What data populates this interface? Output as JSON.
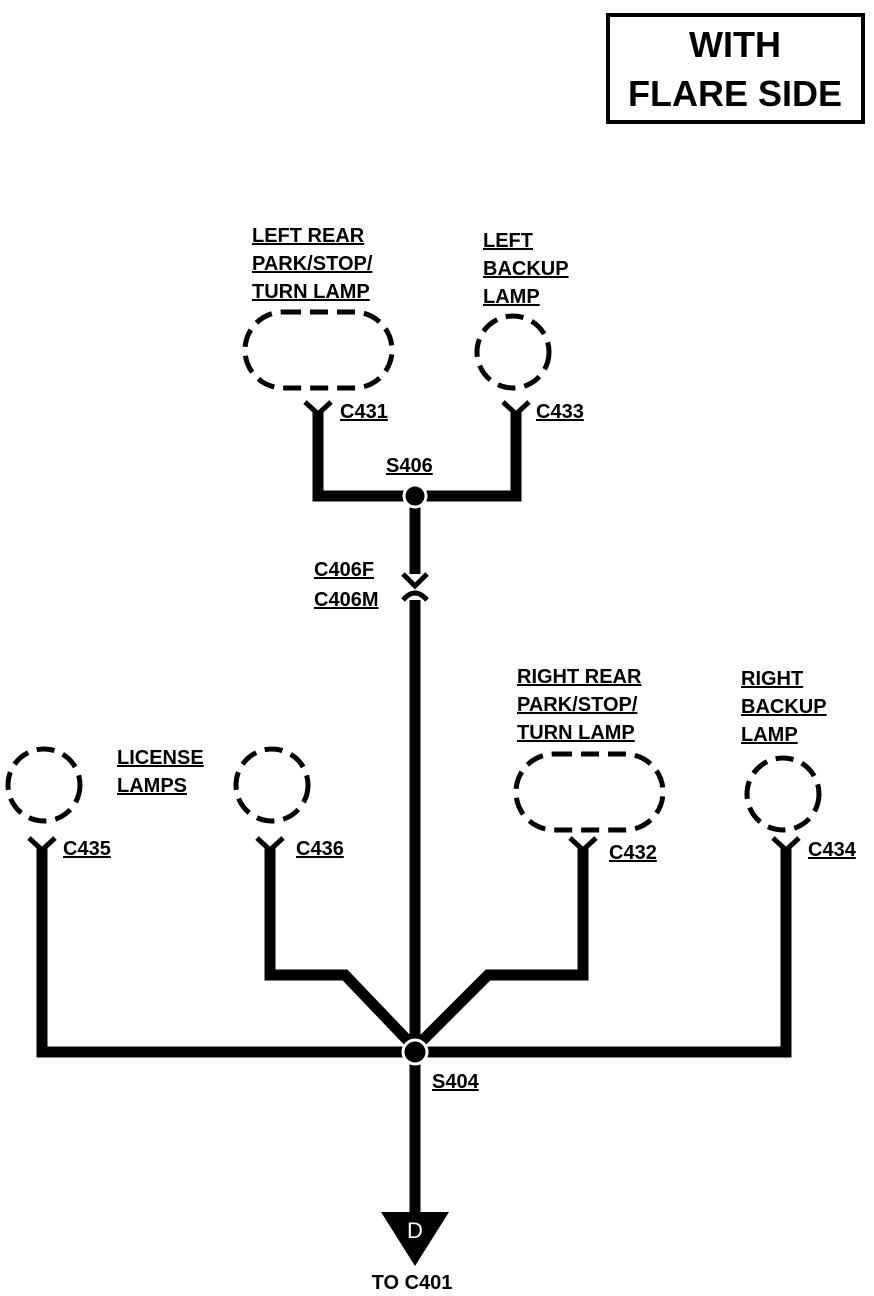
{
  "badge": {
    "line1": "WITH",
    "line2": "FLARE SIDE"
  },
  "lamps": {
    "left_rear": {
      "label_lines": [
        "LEFT REAR",
        "PARK/STOP/",
        "TURN LAMP"
      ],
      "connector": "C431"
    },
    "left_backup": {
      "label_lines": [
        "LEFT",
        "BACKUP",
        "LAMP"
      ],
      "connector": "C433"
    },
    "right_rear": {
      "label_lines": [
        "RIGHT REAR",
        "PARK/STOP/",
        "TURN LAMP"
      ],
      "connector": "C432"
    },
    "right_backup": {
      "label_lines": [
        "RIGHT",
        "BACKUP",
        "LAMP"
      ],
      "connector": "C434"
    },
    "license": {
      "label_lines": [
        "LICENSE",
        "LAMPS"
      ],
      "connector_left": "C435",
      "connector_right": "C436"
    }
  },
  "splices": {
    "upper": "S406",
    "lower": "S404"
  },
  "inline_connector": {
    "female": "C406F",
    "male": "C406M"
  },
  "output": {
    "marker": "D",
    "label": "TO C401"
  },
  "colors": {
    "ink": "#000000",
    "paper": "#ffffff"
  }
}
